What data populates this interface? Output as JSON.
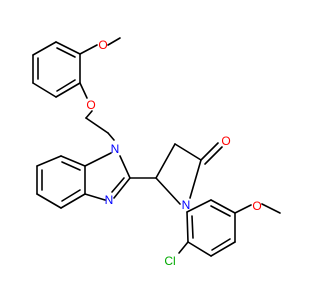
{
  "molecule": {
    "colors": {
      "bond": "#000000",
      "oxygen": "#ff0000",
      "nitrogen": "#0000ff",
      "chlorine": "#00aa00",
      "background": "#ffffff"
    },
    "labels": {
      "methoxy_top_O": "O",
      "ether_O": "O",
      "imidazole_N1": "N",
      "imidazole_N3": "N",
      "carbonyl_O": "O",
      "pyrrolidinone_N": "N",
      "aryl_methoxy_O": "O",
      "chloro": "Cl"
    }
  }
}
